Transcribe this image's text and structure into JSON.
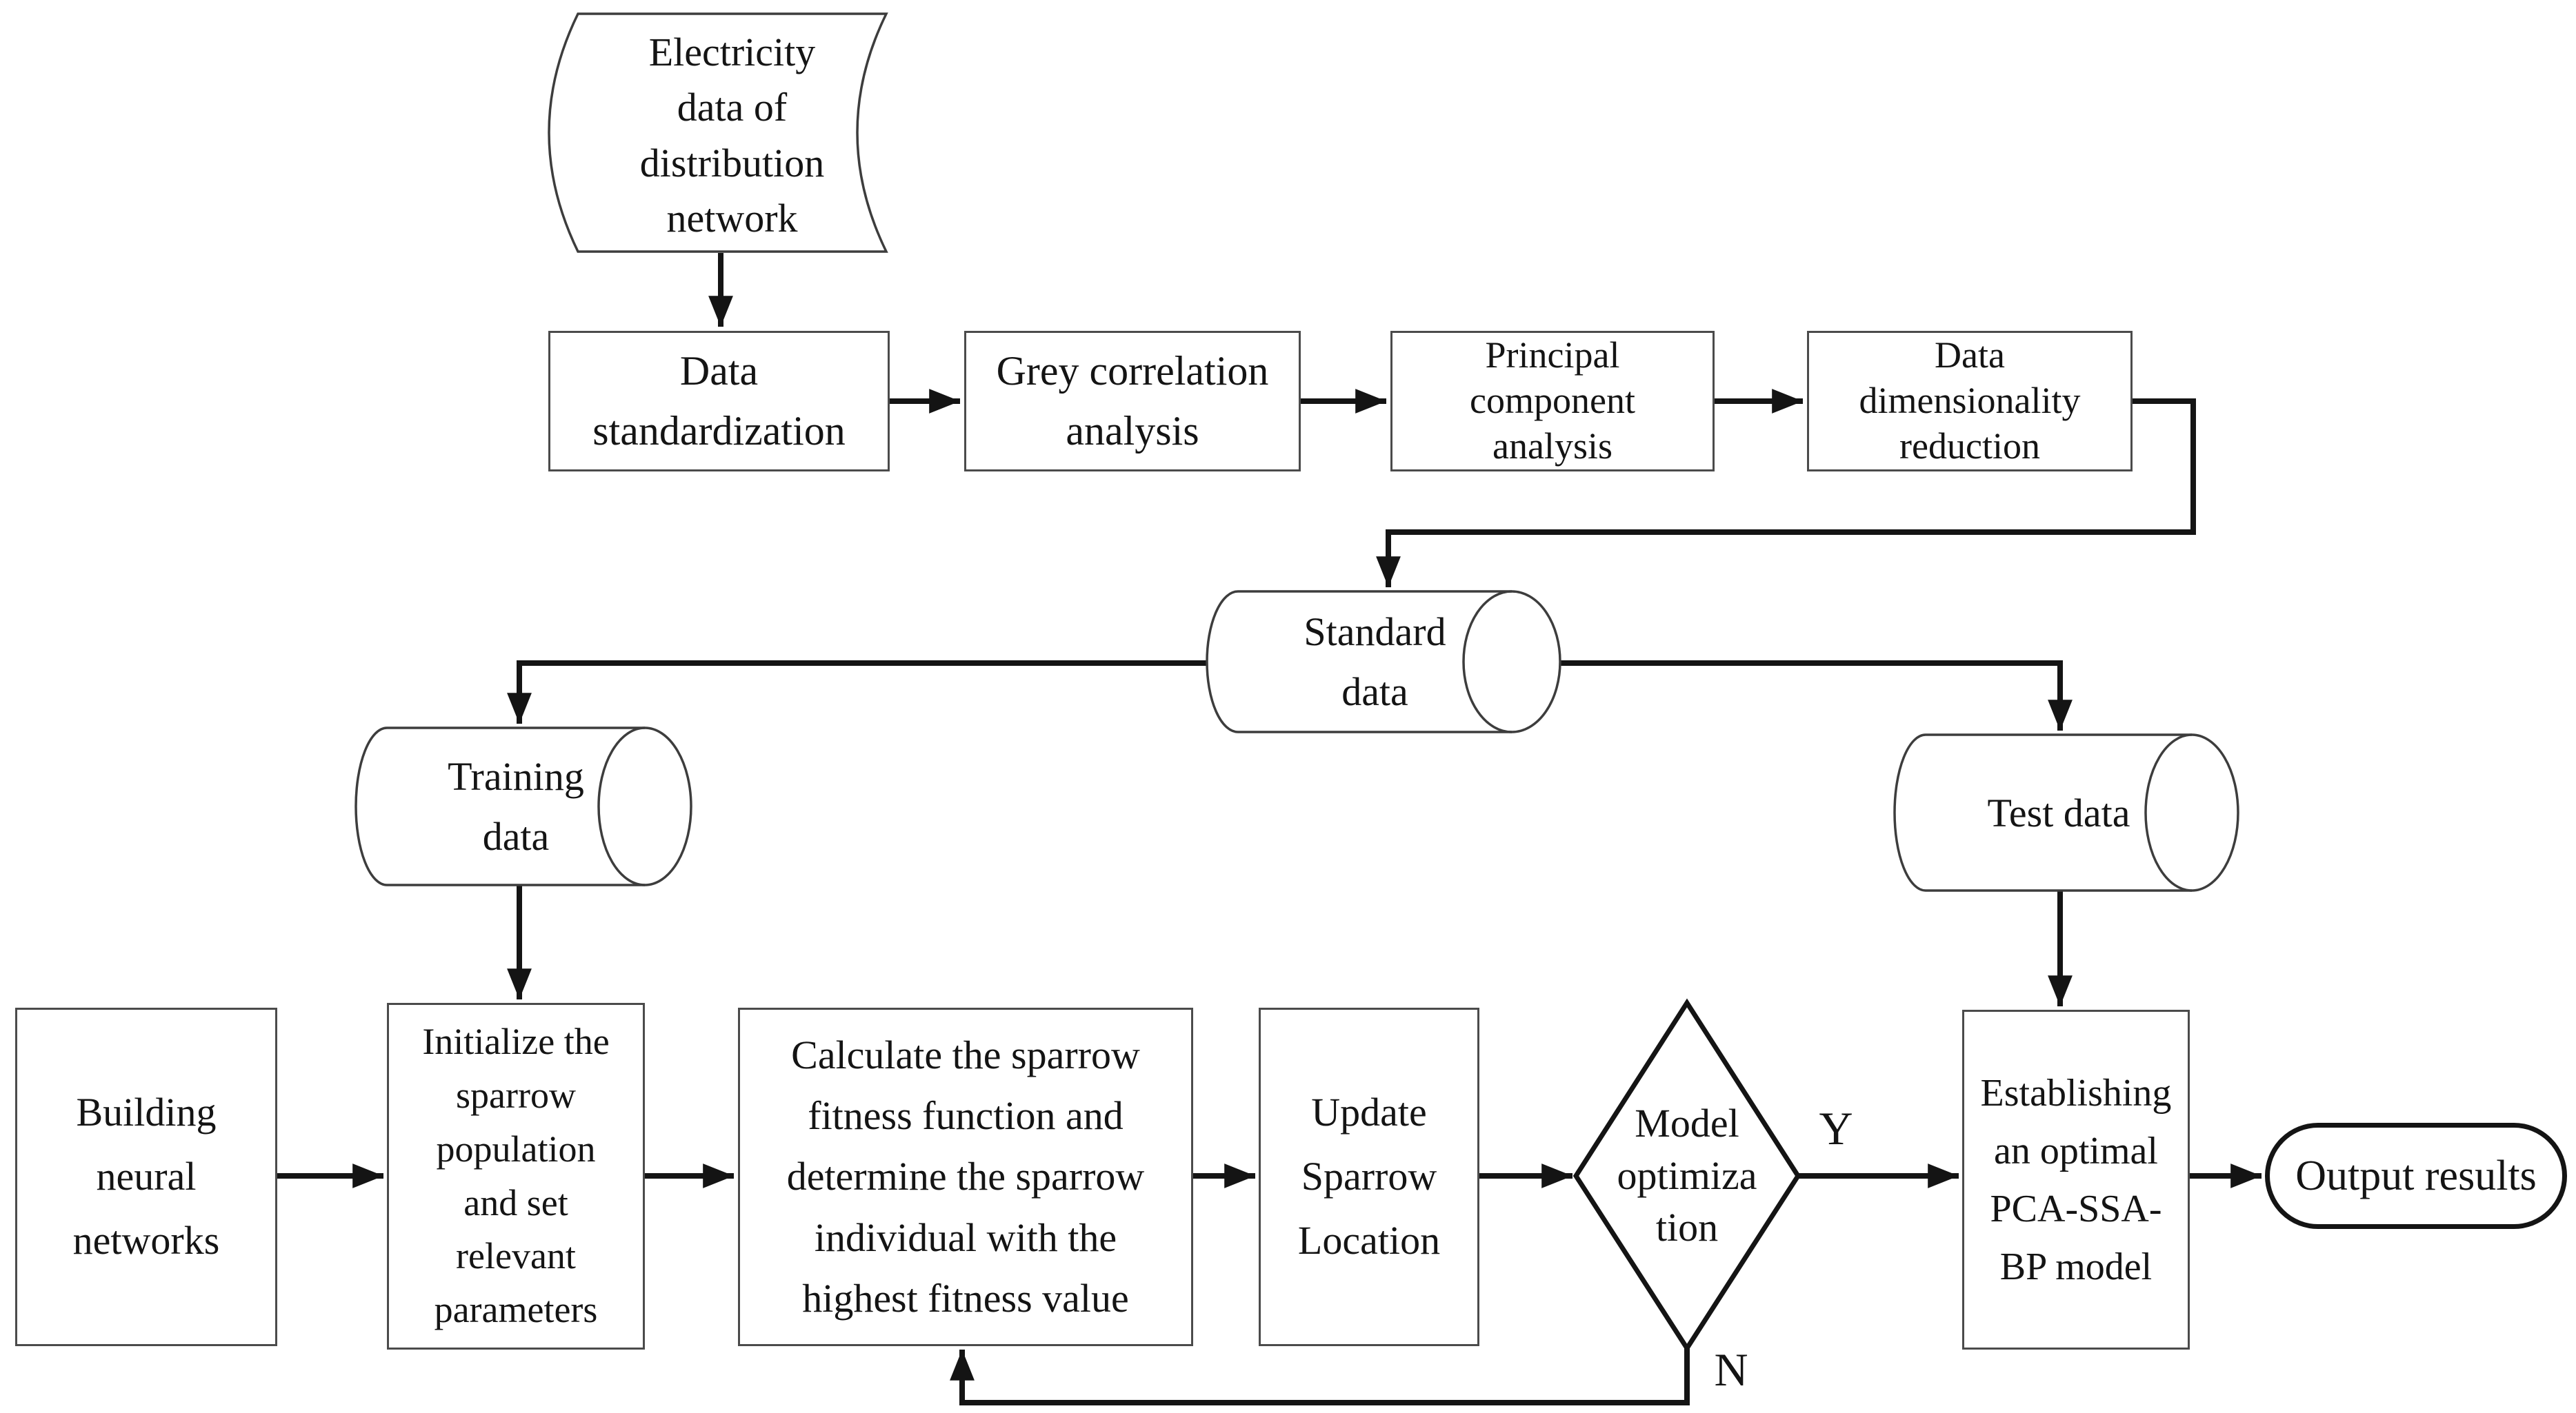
{
  "figure": {
    "type": "flowchart",
    "background": "#ffffff",
    "colors": {
      "connector": "#141414",
      "process_border": "#4b4b4b",
      "shape_outline": "#3d3d3d",
      "text": "#141414",
      "fill": "#ffffff"
    }
  },
  "nodes": [
    {
      "id": "source-data",
      "shape": "stored-data",
      "label": "Electricity\ndata of\ndistribution\nnetwork"
    },
    {
      "id": "data-standardization",
      "shape": "process",
      "label": "Data\nstandardization"
    },
    {
      "id": "grey-correlation-analysis",
      "shape": "process",
      "label": "Grey correlation\nanalysis"
    },
    {
      "id": "principal-component-analysis",
      "shape": "process",
      "label": "Principal\ncomponent\nanalysis"
    },
    {
      "id": "data-dimensionality-reduction",
      "shape": "process",
      "label": "Data\ndimensionality\nreduction"
    },
    {
      "id": "standard-data",
      "shape": "cylinder",
      "label": "Standard\ndata"
    },
    {
      "id": "training-data",
      "shape": "cylinder",
      "label": "Training\ndata"
    },
    {
      "id": "test-data",
      "shape": "cylinder",
      "label": "Test data"
    },
    {
      "id": "building-neural-networks",
      "shape": "process",
      "label": "Building\nneural\nnetworks"
    },
    {
      "id": "initialize-sparrow",
      "shape": "process",
      "label": "Initialize the\nsparrow\npopulation\nand set\nrelevant\nparameters"
    },
    {
      "id": "calculate-fitness",
      "shape": "process",
      "label": "Calculate the sparrow\nfitness function and\ndetermine the sparrow\nindividual with the\nhighest fitness value"
    },
    {
      "id": "update-sparrow-location",
      "shape": "process",
      "label": "Update\nSparrow\nLocation"
    },
    {
      "id": "model-optimization",
      "shape": "decision",
      "label": "Model\noptimiza\ntion"
    },
    {
      "id": "establish-model",
      "shape": "process",
      "label": "Establishing\nan optimal\nPCA-SSA-\nBP model"
    },
    {
      "id": "output-results",
      "shape": "terminator",
      "label": "Output results"
    }
  ],
  "edge_labels": {
    "yes": "Y",
    "no": "N"
  }
}
